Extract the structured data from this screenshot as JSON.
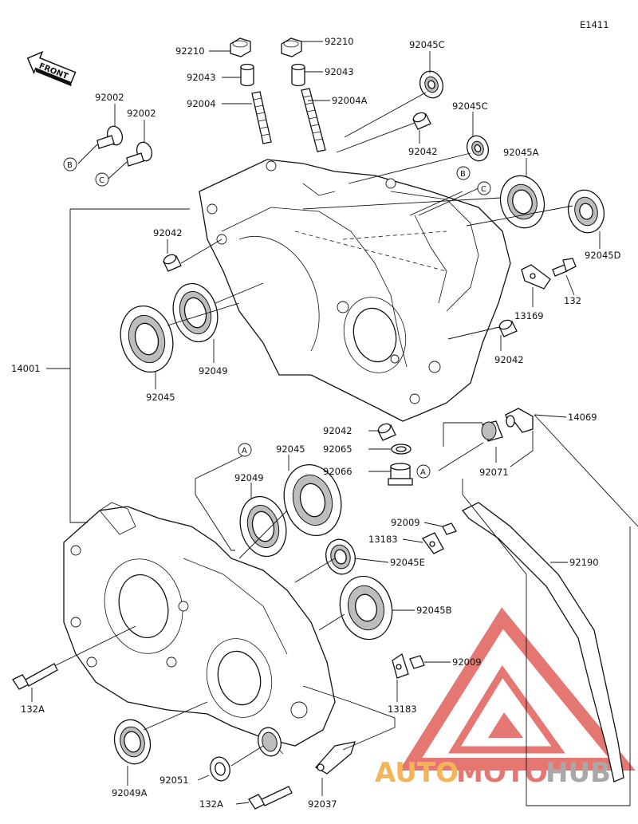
{
  "diagram_code": "E1411",
  "front_label": "FRONT",
  "watermark": {
    "part1": "AUTO",
    "part2": "MOTO",
    "part3": "HUB",
    "color_red": "#e0605a",
    "color_orange": "#f2a93a",
    "color_gray": "#9a9a9a"
  },
  "callouts": {
    "n92210a": "92210",
    "n92210b": "92210",
    "n92043a": "92043",
    "n92043b": "92043",
    "n92004": "92004",
    "n92004A": "92004A",
    "n92045C_top": "92045C",
    "n92045C_mid": "92045C",
    "n92002a": "92002",
    "n92002b": "92002",
    "n92042_top": "92042",
    "n92042_left": "92042",
    "n92042_right": "92042",
    "n92042_bottom": "92042",
    "n92045A": "92045A",
    "n92045D": "92045D",
    "n132": "132",
    "n13169": "13169",
    "n14001": "14001",
    "n92049_top": "92049",
    "n92045_top": "92045",
    "n92065": "92065",
    "n92066": "92066",
    "n14069": "14069",
    "n92071": "92071",
    "n92049_bot": "92049",
    "n92045_bot": "92045",
    "n92009a": "92009",
    "n13183a": "13183",
    "n92045E": "92045E",
    "n92190": "92190",
    "n92045B": "92045B",
    "n92009b": "92009",
    "n13183b": "13183",
    "n132A_left": "132A",
    "n92049A": "92049A",
    "n92051": "92051",
    "n132A_bot": "132A",
    "n92037": "92037"
  },
  "ref_marks": {
    "B": "B",
    "C": "C",
    "A": "A"
  }
}
